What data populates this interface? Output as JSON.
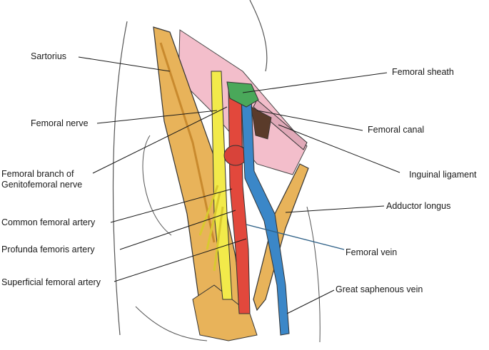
{
  "labels": {
    "sartorius": "Sartorius",
    "femoral_sheath": "Femoral sheath",
    "femoral_nerve": "Femoral nerve",
    "femoral_canal": "Femoral canal",
    "femoral_branch": "Femoral branch of\nGenitofemoral nerve",
    "inguinal_ligament": "Inguinal ligament",
    "adductor_longus": "Adductor longus",
    "common_femoral_artery": "Common femoral artery",
    "profunda_femoris_artery": "Profunda femoris artery",
    "femoral_vein": "Femoral vein",
    "superficial_femoral_artery": "Superficial femoral artery",
    "great_saphenous_vein": "Great saphenous vein"
  },
  "colors": {
    "outline": "#333333",
    "muscle": "#e8b35a",
    "muscle_shade": "#c98a2e",
    "pink_tissue": "#f2b8c6",
    "nerve": "#f2ea4a",
    "artery": "#e2483c",
    "vein": "#3b87c8",
    "sheath": "#4aa85a",
    "leader_line": "#1a1a1a",
    "vein_leader": "#2c5f86"
  }
}
